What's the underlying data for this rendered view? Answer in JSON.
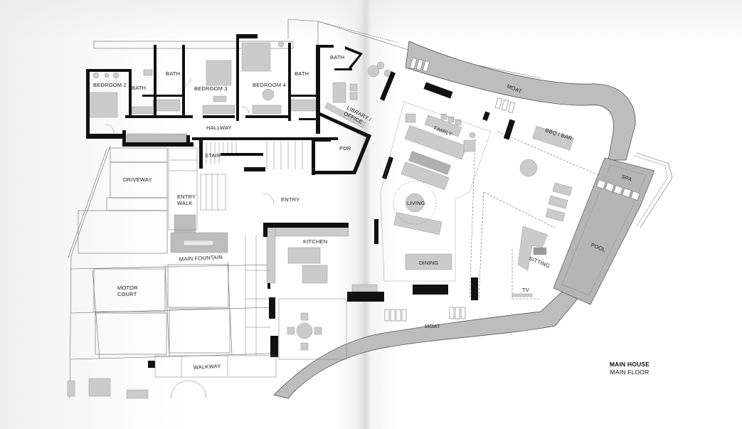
{
  "page": {
    "type": "book-spread",
    "title_block": {
      "main": "MAIN HOUSE",
      "sub": "MAIN FLOOR"
    }
  },
  "rooms": {
    "bedroom2": "BEDROOM 2",
    "bedroom3": "BEDROOM 3",
    "bedroom4": "BEDROOM 4",
    "bath1": "BATH",
    "bath2": "BATH",
    "bath3": "BATH",
    "bath4": "BATH",
    "hallway": "HALLWAY",
    "stair": "STAIR",
    "library_line1": "LIBRARY /",
    "library_line2": "OFFICE",
    "pdr": "PDR",
    "entry": "ENTRY",
    "entry_walk_line1": "ENTRY",
    "entry_walk_line2": "WALK",
    "driveway": "DRIVEWAY",
    "main_fountain": "MAIN FOUNTAIN",
    "motor_court_line1": "MOTOR",
    "motor_court_line2": "COURT",
    "walkway": "WALKWAY",
    "kitchen": "KITCHEN",
    "family": "FAMILY",
    "living": "LIVING",
    "dining": "DINING",
    "moat_top": "MOAT",
    "moat_bottom": "MOAT",
    "bbq_bar": "BBQ / BAR",
    "spa": "SPA",
    "pool": "POOL",
    "sitting": "SITTING",
    "tv": "TV"
  },
  "colors": {
    "wall": "#111111",
    "furniture": "#c8c8c8",
    "water": "#b9b9b9",
    "line": "#555555",
    "paper": "#ffffff"
  }
}
